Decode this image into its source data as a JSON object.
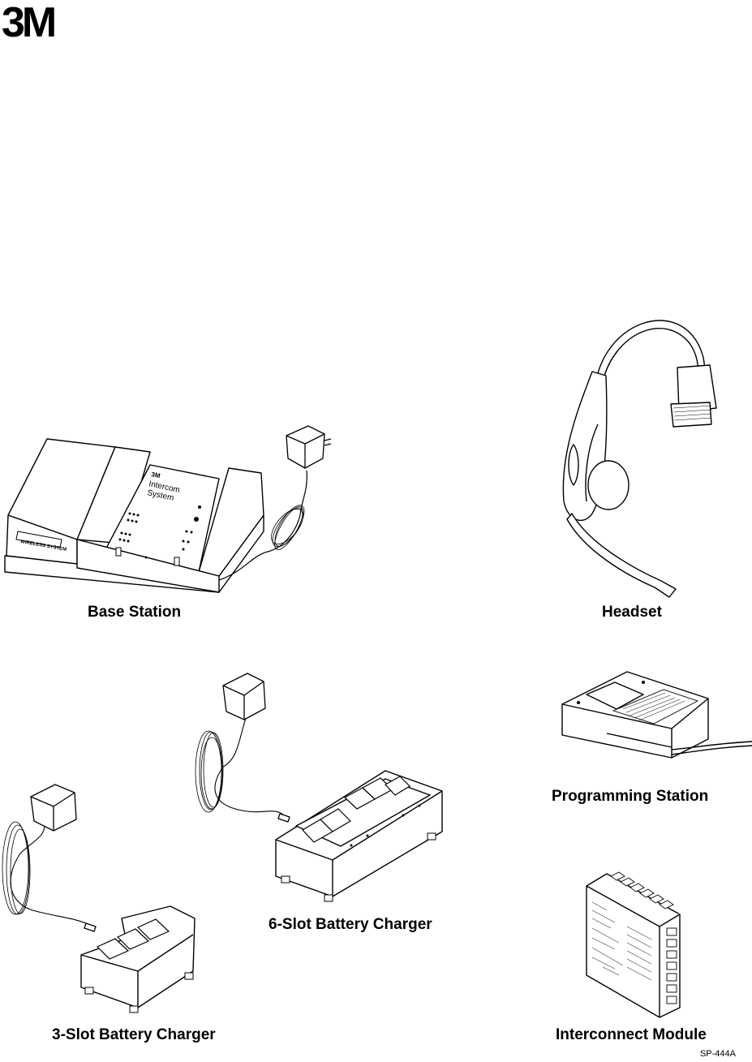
{
  "brand": {
    "logo_text": "3M"
  },
  "figures": {
    "base_station": {
      "caption": "Base Station",
      "device_brand": "3M",
      "device_title_line1": "Intercom",
      "device_title_line2": "System",
      "left_label": "WIRELESS SYSTEM"
    },
    "headset": {
      "caption": "Headset"
    },
    "programming_station": {
      "caption": "Programming Station"
    },
    "six_slot_charger": {
      "caption": "6-Slot Battery Charger"
    },
    "three_slot_charger": {
      "caption": "3-Slot Battery Charger"
    },
    "interconnect_module": {
      "caption": "Interconnect Module"
    }
  },
  "document_code": "SP-444A"
}
